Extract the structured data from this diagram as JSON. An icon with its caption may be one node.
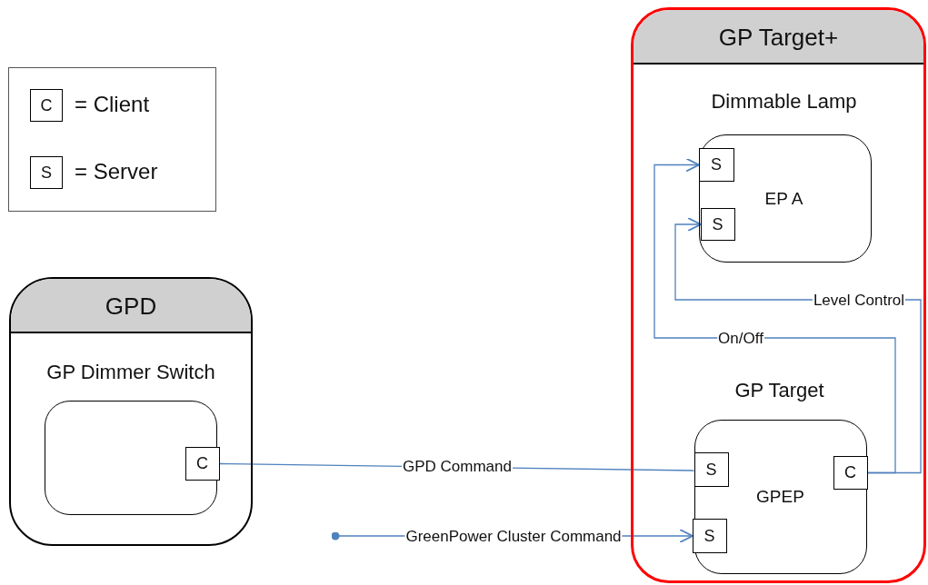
{
  "diagram": {
    "nodes": [
      {
        "text": [
          "GP Target+"
        ]
      },
      {
        "text": [
          "Dimmable Lamp",
          "EP A"
        ],
        "in": 0
      },
      {
        "text": [
          "S"
        ],
        "in": 1
      },
      {
        "text": [
          "S"
        ],
        "in": 1
      },
      {
        "text": [
          "GP Target",
          "GPEP"
        ],
        "in": 0
      },
      {
        "text": [
          "S"
        ],
        "in": 4
      },
      {
        "text": [
          "S"
        ],
        "in": 4
      },
      {
        "text": [
          "C"
        ],
        "in": 4
      },
      {
        "text": [
          "GPD",
          "GP Dimmer Switch"
        ]
      },
      {
        "text": [],
        "shape": "box",
        "in": 8
      },
      {
        "text": [
          "C"
        ],
        "in": 9
      }
    ],
    "edges": [
      {
        "from": 10,
        "to": 5,
        "arrow": "none",
        "label": "GPD Command"
      },
      {
        "from": null,
        "to": 6,
        "arrow": "to",
        "label": "GreenPower Cluster Command"
      },
      {
        "from": 7,
        "to": 2,
        "arrow": "to",
        "label": "On/Off"
      },
      {
        "from": 7,
        "to": 3,
        "arrow": "to",
        "label": "Level Control"
      }
    ],
    "labels": [
      "C",
      "S"
    ],
    "legend": [
      {
        "text": "= Client"
      },
      {
        "text": "= Server"
      }
    ]
  }
}
